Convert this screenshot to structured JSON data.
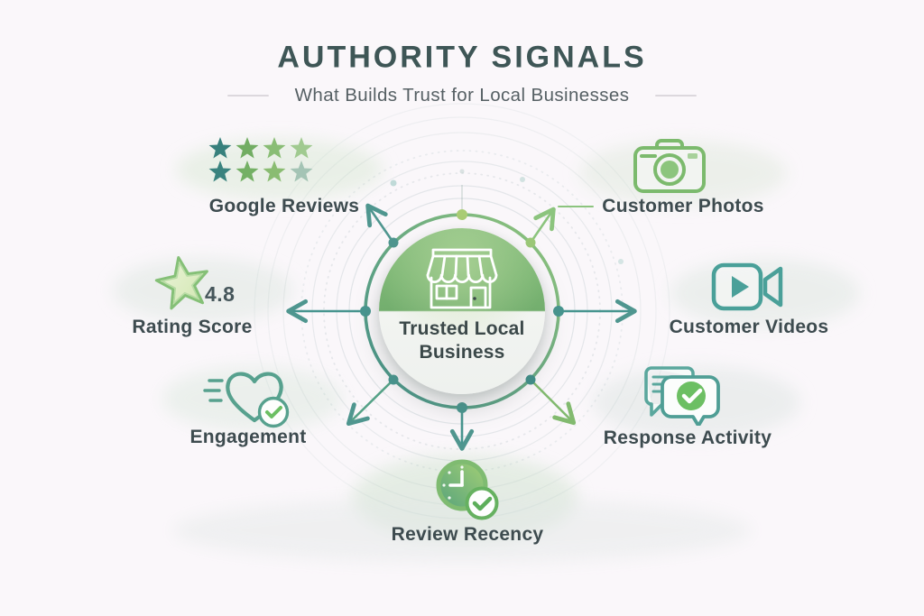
{
  "header": {
    "title": "AUTHORITY SIGNALS",
    "subtitle": "What Builds Trust for Local Businesses"
  },
  "center": {
    "label": "Trusted Local Business",
    "icon": "storefront-icon"
  },
  "signals": [
    {
      "id": "google-reviews",
      "label": "Google Reviews",
      "icon": "star-rating-rows-icon"
    },
    {
      "id": "customer-photos",
      "label": "Customer Photos",
      "icon": "camera-icon"
    },
    {
      "id": "rating-score",
      "label": "Rating Score",
      "icon": "star-icon",
      "value": "4.8"
    },
    {
      "id": "customer-videos",
      "label": "Customer Videos",
      "icon": "video-camera-icon"
    },
    {
      "id": "engagement",
      "label": "Engagement",
      "icon": "heart-check-icon"
    },
    {
      "id": "response-activity",
      "label": "Response Activity",
      "icon": "chat-bubbles-check-icon"
    },
    {
      "id": "review-recency",
      "label": "Review Recency",
      "icon": "clock-check-icon"
    }
  ],
  "colors": {
    "background": "#faf7fa",
    "title_text": "#3e5656",
    "label_text": "#3d4b4f",
    "teal": "#47958f",
    "green": "#7ab56d",
    "light_green": "#8cc47e",
    "badge_green": "#6cbf63",
    "node_yellow_green": "#a9cc74"
  }
}
